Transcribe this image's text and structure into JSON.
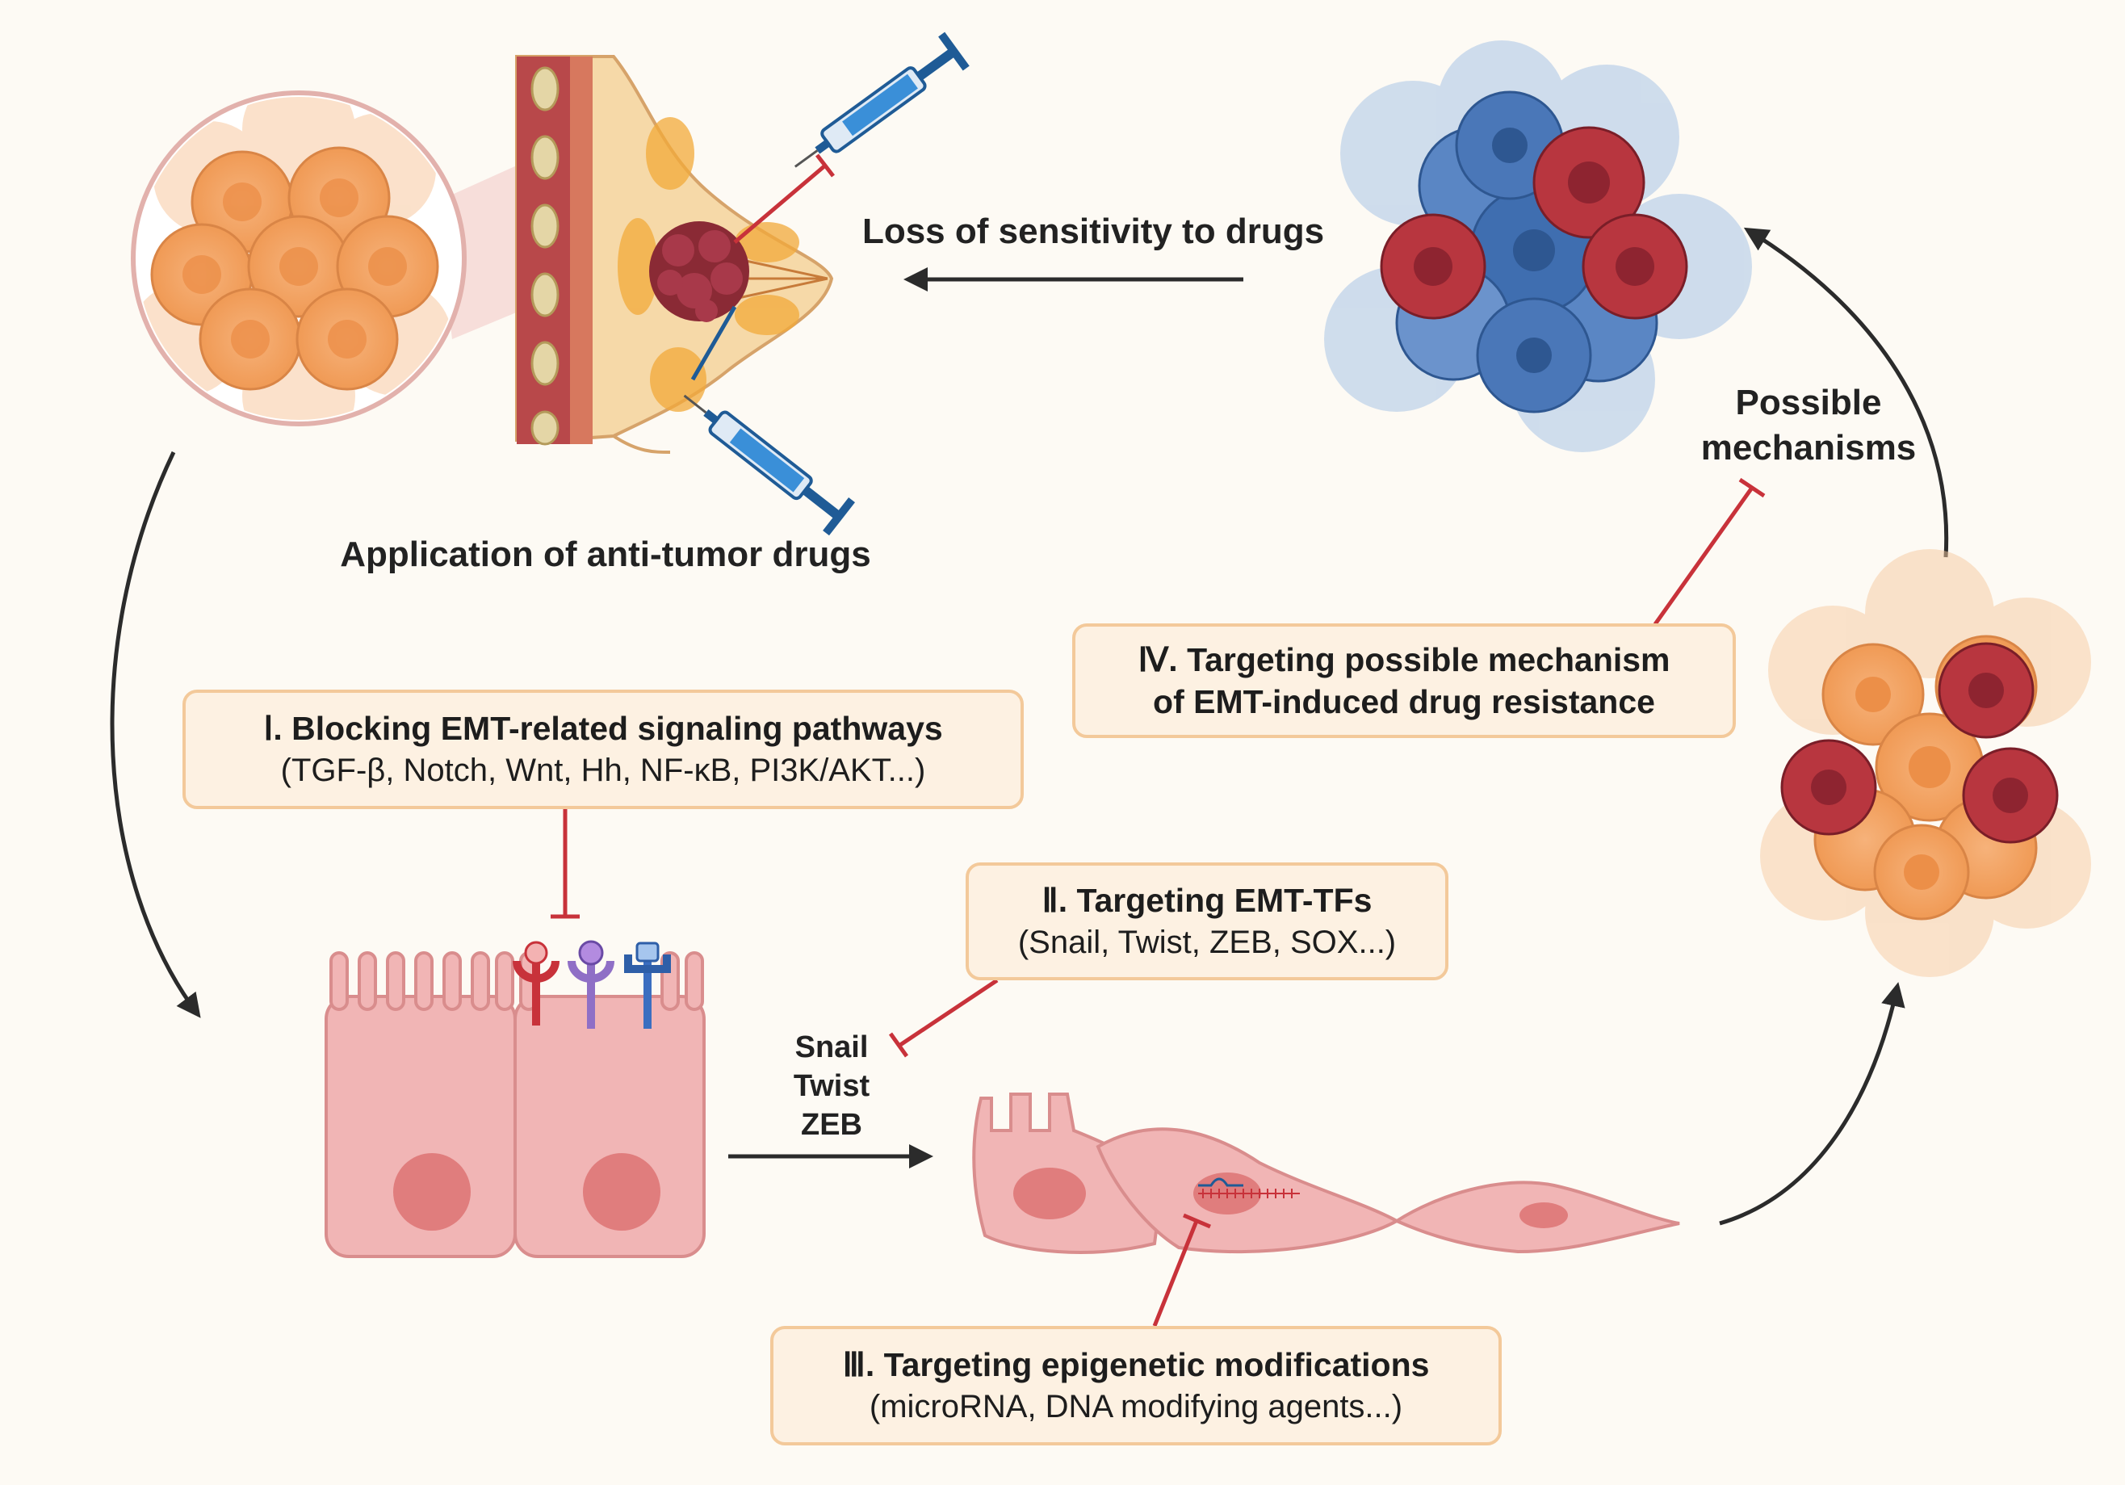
{
  "labels": {
    "loss_sensitivity": "Loss of sensitivity to drugs",
    "application": "Application of anti-tumor drugs",
    "possible_mechanisms_line1": "Possible",
    "possible_mechanisms_line2": "mechanisms",
    "tf_snail": "Snail",
    "tf_twist": "Twist",
    "tf_zeb": "ZEB"
  },
  "boxes": {
    "box1": {
      "title": "Ⅰ. Blocking EMT-related signaling pathways",
      "subtitle": "(TGF-β, Notch, Wnt, Hh, NF-κB, PI3K/AKT...)"
    },
    "box2": {
      "title": "Ⅱ. Targeting EMT-TFs",
      "subtitle": "(Snail, Twist, ZEB, SOX...)"
    },
    "box3": {
      "title": "Ⅲ. Targeting epigenetic modifications",
      "subtitle": "(microRNA, DNA modifying agents...)"
    },
    "box4": {
      "title": "Ⅳ. Targeting possible mechanism",
      "subtitle": "of EMT-induced drug resistance"
    }
  },
  "colors": {
    "background": "#fdfaf4",
    "box_fill": "#fdf1e2",
    "box_border": "#f3c99a",
    "inhibitor": "#c8323a",
    "arrow": "#2b2b2b",
    "orange_cell": "#f5a868",
    "red_cell": "#a8303a",
    "blue_cell": "#3f6eb0",
    "epithelial_cell": "#f1b5b5"
  },
  "icons": [
    "syringe-icon",
    "breast-tumor-icon",
    "tumor-cluster-icon",
    "receptor-icon",
    "dna-icon"
  ]
}
